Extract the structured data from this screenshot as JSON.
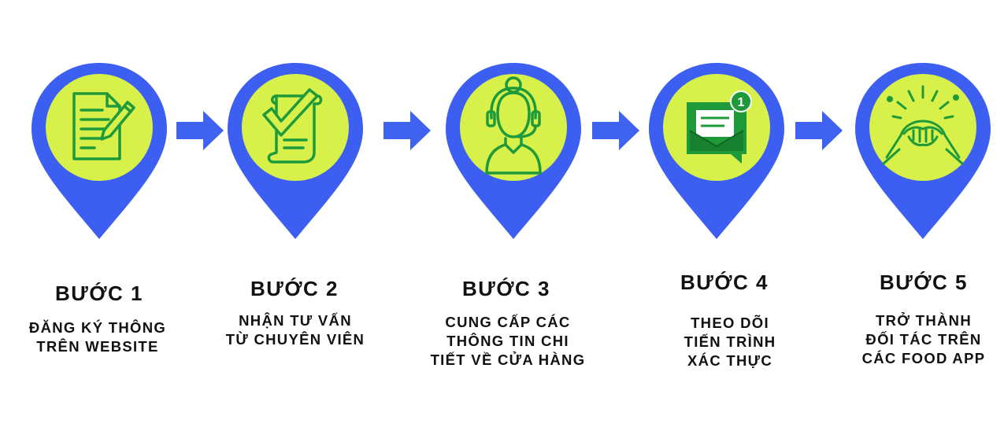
{
  "colors": {
    "pin_blue": "#3c5ff2",
    "circle_green": "#d7f04a",
    "icon_green": "#1f9a3a",
    "arrow_blue": "#3f63f0"
  },
  "steps": [
    {
      "title": "BƯỚC 1",
      "description": "ĐĂNG KÝ THÔNG\nTRÊN WEBSITE",
      "icon": "document-pen-icon"
    },
    {
      "title": "BƯỚC 2",
      "description": "NHẬN TƯ VẤN\nTỪ CHUYÊN VIÊN",
      "icon": "checklist-scroll-icon"
    },
    {
      "title": "BƯỚC 3",
      "description": "CUNG CẤP CÁC\nTHÔNG TIN CHI\nTIẾT VỀ CỬA HÀNG",
      "icon": "headset-agent-icon"
    },
    {
      "title": "BƯỚC 4",
      "description": "THEO DÕI\nTIẾN TRÌNH\nXÁC THỰC",
      "icon": "mail-notification-icon",
      "badge": "1"
    },
    {
      "title": "BƯỚC 5",
      "description": "TRỞ THÀNH\nĐỐI TÁC TRÊN\nCÁC FOOD APP",
      "icon": "handshake-icon"
    }
  ]
}
